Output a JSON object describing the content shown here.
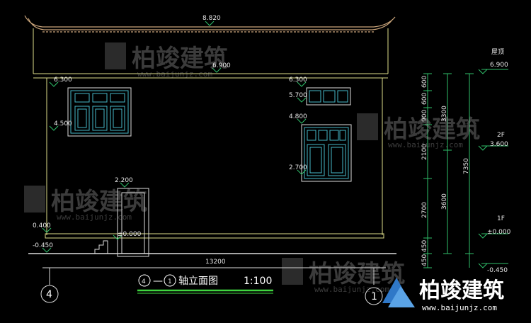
{
  "drawing": {
    "width_dim": "8.820",
    "ridge_level": "6.900",
    "window_top_level_left": "6.300",
    "window_top_level_right": "6.300",
    "window_sill_small": "5.700",
    "left_window_sill": "4.500",
    "right_window_head": "4.800",
    "right_window_sill": "2.700",
    "door_head": "2.200",
    "plinth_level": "0.400",
    "floor_level": "±0.000",
    "ground_level": "-0.450",
    "total_width": "13200",
    "axis_left": "4",
    "axis_right": "1"
  },
  "side_dims": {
    "inner": [
      "600",
      "600",
      "900",
      "2100",
      "2700",
      "450",
      "450"
    ],
    "middle": [
      "3300",
      "3600"
    ],
    "outer": [
      "7350"
    ]
  },
  "levels": {
    "roof_label": "屋顶",
    "roof_value": "6.900",
    "f2_label": "2F",
    "f2_value": "3.600",
    "f1_label": "1F",
    "f1_value": "±0.000",
    "ground_value": "-0.450"
  },
  "title": {
    "from": "4",
    "to": "1",
    "text": "轴立面图",
    "scale": "1:100"
  },
  "watermark": {
    "text": "柏竣建筑",
    "url": "www.baijunjz.com"
  },
  "colors": {
    "wall": "#dede8a",
    "roof": "#c9a47a",
    "window": "#46b9c9",
    "dim": "#2fbf6a",
    "line": "#dddddd",
    "title_underline": "#3fd63f"
  }
}
